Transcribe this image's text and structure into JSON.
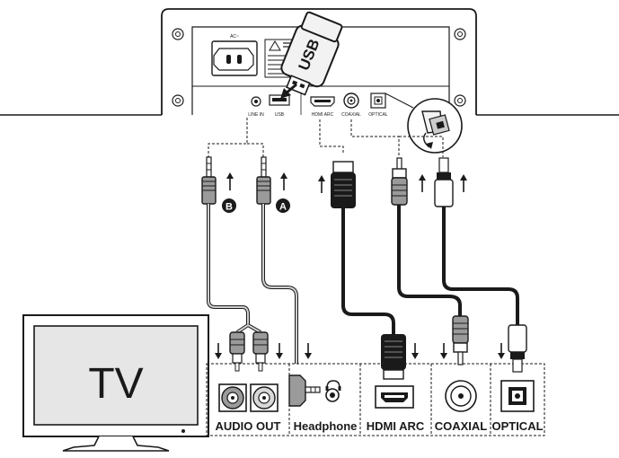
{
  "soundbar": {
    "ac_label": "AC~",
    "ports": {
      "line_in": "LINE IN",
      "usb": "USB",
      "hdmi_arc": "HDMI ARC",
      "coaxial": "COAXIAL",
      "optical": "OPTICAL"
    }
  },
  "usb_stick": {
    "label": "USB"
  },
  "cable_markers": {
    "a": "A",
    "b": "B"
  },
  "tv": {
    "label": "TV"
  },
  "tv_ports": {
    "audio_out": "AUDIO OUT",
    "headphone": "Headphone",
    "hdmi_arc": "HDMI ARC",
    "coaxial": "COAXIAL",
    "optical": "OPTICAL"
  },
  "colors": {
    "ink": "#1a1a1a",
    "gray": "#9a9a9a",
    "light": "#e6e6e6"
  }
}
